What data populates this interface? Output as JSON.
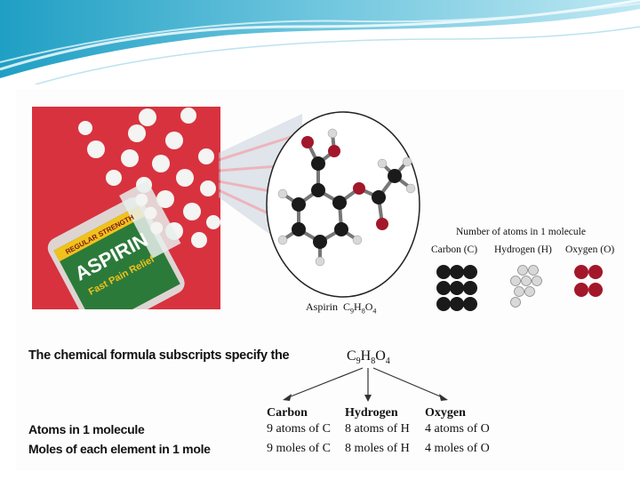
{
  "slide": {
    "title_sentence": "The chemical formula subscripts specify the",
    "row_labels": [
      "Atoms in 1 molecule",
      "Moles of each element in 1 mole"
    ]
  },
  "photo": {
    "brand": "ASPIRIN",
    "tagline": "REGULAR STRENGTH",
    "sub": "Fast Pain Relief"
  },
  "molecule": {
    "caption_name": "Aspirin",
    "formula_parts": [
      {
        "sym": "C",
        "sub": "9"
      },
      {
        "sym": "H",
        "sub": "8"
      },
      {
        "sym": "O",
        "sub": "4"
      }
    ]
  },
  "atom_panel": {
    "title": "Number of atoms in 1 molecule",
    "elements": [
      {
        "label": "Carbon (C)",
        "color": "#1a1a1a",
        "count": 9
      },
      {
        "label": "Hydrogen (H)",
        "color": "#d8d8d8",
        "count": 8
      },
      {
        "label": "Oxygen (O)",
        "color": "#a3172a",
        "count": 4
      }
    ]
  },
  "table": {
    "headers": [
      "Carbon",
      "Hydrogen",
      "Oxygen"
    ],
    "atoms": [
      "9 atoms of C",
      "8 atoms of H",
      "4 atoms of O"
    ],
    "moles": [
      "9 moles of C",
      "8 moles of H",
      "4 moles of O"
    ]
  },
  "colors": {
    "background_red": "#d8323f",
    "bottle_green": "#2c7a3a",
    "carbon": "#1a1a1a",
    "hydrogen": "#d8d8d8",
    "oxygen": "#a3172a",
    "header_blue": "#5ab7d6"
  }
}
